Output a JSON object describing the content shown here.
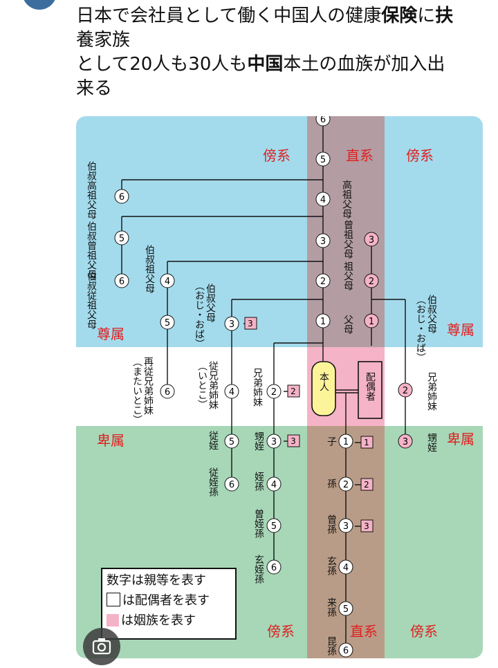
{
  "tweet": {
    "line1_pre": "日本で会社員として働く中国人の健康",
    "line1_bold": "保険",
    "line1_mid": "に",
    "line1_bold2": "扶",
    "line2": "養家族",
    "line3_pre": "として20人も30人も",
    "line3_bold": "中国",
    "line3_post": "本土の血族が加入出",
    "line4": "来る"
  },
  "diagram": {
    "region_labels": {
      "bokei_top_left": "傍系",
      "chokkei_top": "直系",
      "bokei_top_right": "傍系",
      "sonzoku_left": "尊属",
      "sonzoku_right": "尊属",
      "hizoku_left": "卑属",
      "hizoku_right": "卑属",
      "bokei_bottom_left": "傍系",
      "chokkei_bottom": "直系",
      "bokei_bottom_right": "傍系"
    },
    "self": "本人",
    "spouse": "配偶者",
    "relatives": {
      "koso": "高祖父母",
      "soso": "曾祖父母",
      "sofubo": "祖父母",
      "fubo": "父母",
      "hakushuku_koso": "伯叔高祖父母",
      "hakushuku_so": "伯叔曾祖父母",
      "hakushuku_ju": "伯叔従祖父母",
      "hakushuku_so2": "伯叔祖父母",
      "hakushuku_left": "伯叔父母",
      "oji_oba": "（おじ・おば）",
      "hakushuku_right": "伯叔父母",
      "oji_oba_r": "（おじ・おば）",
      "saiju": "再従兄弟姉妹",
      "mata_itoko": "（またいとこ）",
      "ju": "従兄弟姉妹",
      "itoko": "（いとこ）",
      "kyodai": "兄弟姉妹",
      "kyodai_r": "兄弟姉妹",
      "oi": "甥姪",
      "oi_r": "甥姪",
      "ju_oi": "従姪",
      "ju_oi_son": "従姪孫",
      "oi_son": "姪孫",
      "so_oi_son": "曽姪孫",
      "gen_oi_son": "玄姪孫",
      "ko": "子",
      "mago": "孫",
      "himago": "曾孫",
      "genson": "玄孫",
      "raison": "来孫",
      "konson": "昆孫"
    },
    "legend": {
      "line1": "数字は親等を表す",
      "line2": "は配偶者を表す",
      "line3": "は姻族を表す"
    },
    "degrees": [
      "1",
      "2",
      "3",
      "4",
      "5",
      "6"
    ],
    "colors": {
      "sky": "#a3dbec",
      "green": "#a7d7b7",
      "mauve": "#b39da3",
      "brown": "#b99c87",
      "pink": "#f5b3c7",
      "red": "#e02020"
    }
  }
}
